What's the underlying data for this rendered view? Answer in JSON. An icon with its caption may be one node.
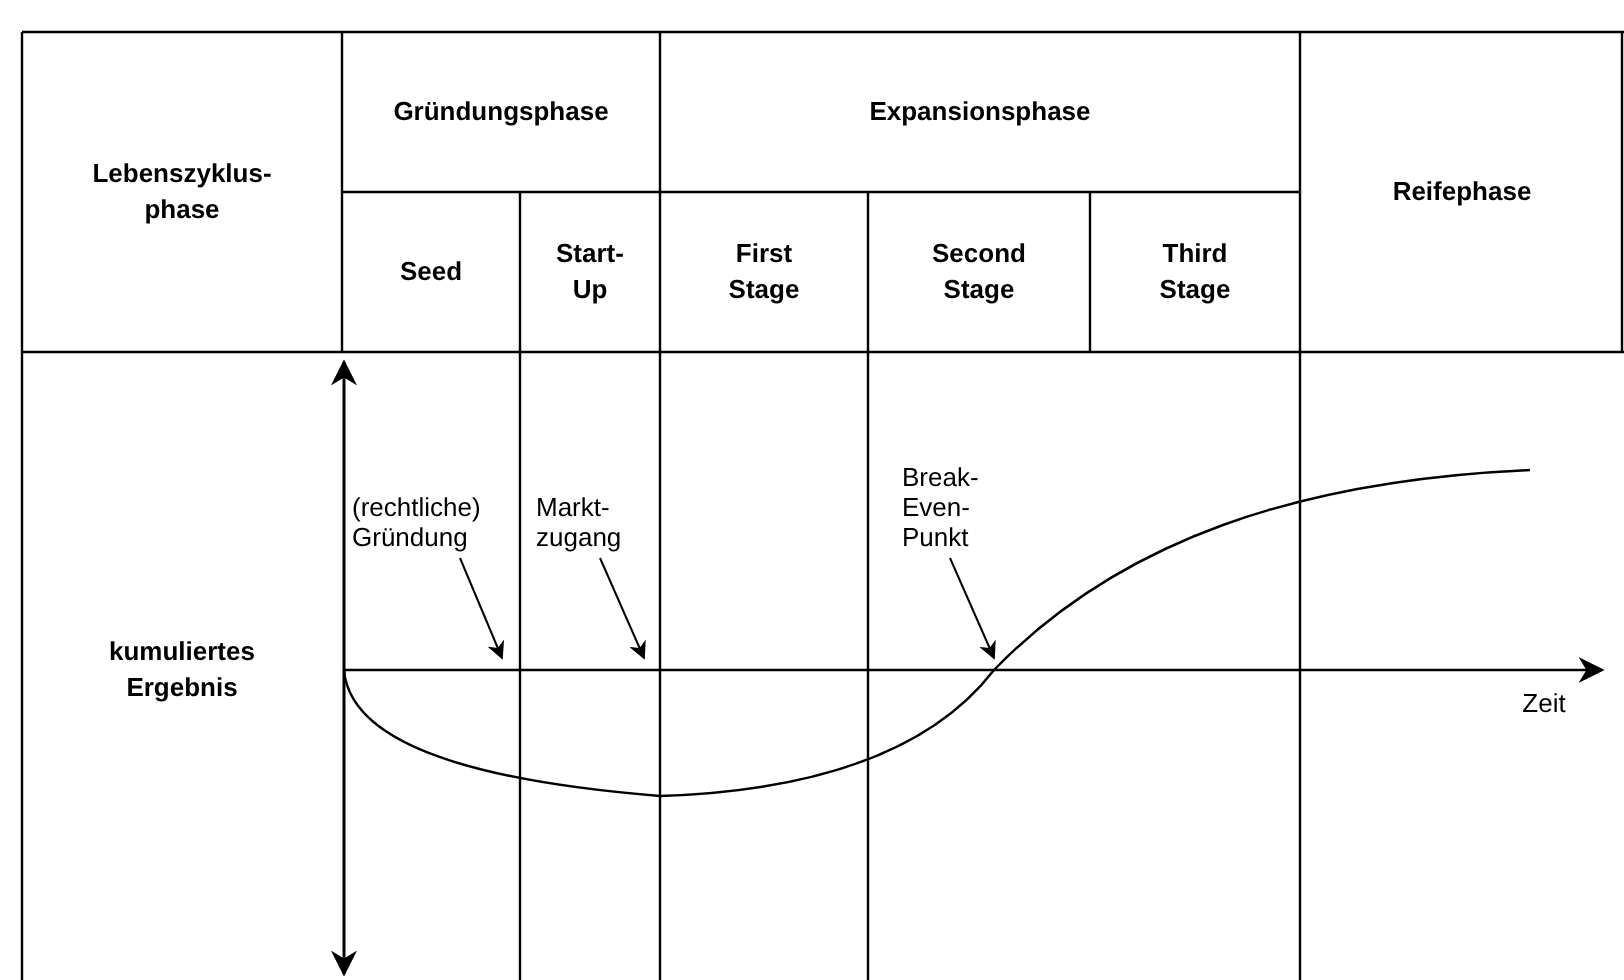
{
  "diagram": {
    "nodes": [
      {
        "text": [
          "(rechtliche) Gründung"
        ]
      },
      {
        "text": [
          "Markt- zugang"
        ]
      },
      {
        "text": [
          "Break- Even- Punkt"
        ]
      },
      {
        "text": [],
        "shape": "axis"
      }
    ],
    "edges": [
      {
        "from": 0,
        "to": 3,
        "arrow": "to"
      },
      {
        "from": 1,
        "to": 3,
        "arrow": "to"
      },
      {
        "from": 2,
        "to": 3,
        "arrow": "to"
      }
    ],
    "labels": [
      "Lebenszyklus- phase",
      "Gründungsphase",
      "Expansionsphase",
      "Reifephase",
      "Seed",
      "Start- Up",
      "First Stage",
      "Second Stage",
      "Third Stage",
      "kumuliertes Ergebnis",
      "Zeit"
    ]
  }
}
